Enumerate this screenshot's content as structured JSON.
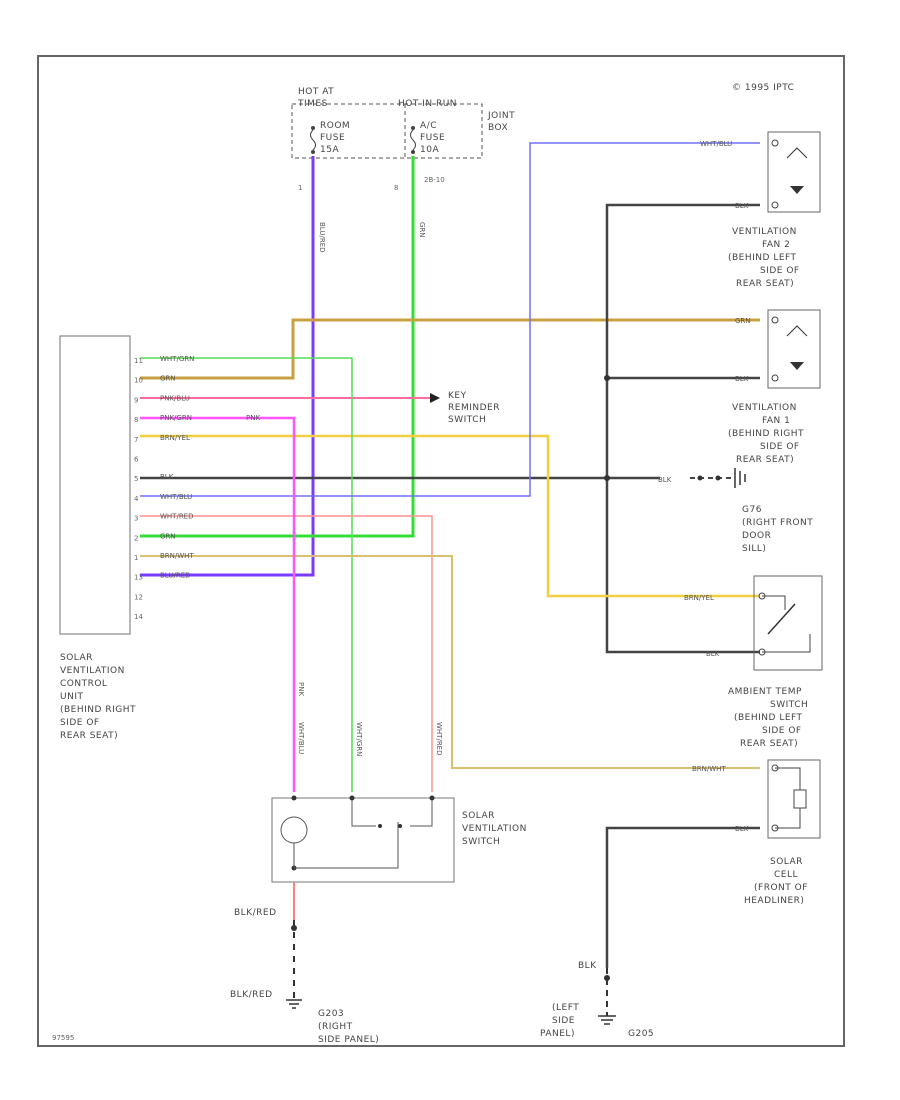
{
  "copyright": "© 1995 IPTC",
  "top": {
    "hot_at": [
      "HOT AT",
      "TIMES"
    ],
    "hot_in_run": "HOT IN RUN",
    "room_fuse": [
      "ROOM",
      "FUSE",
      "15A"
    ],
    "ac_fuse": [
      "A/C",
      "FUSE",
      "10A"
    ],
    "joint_box": [
      "JOINT",
      "BOX"
    ],
    "pin_left": "1",
    "pin_right": "8",
    "connector": "2B-10",
    "wire_left": "BLU/RED",
    "wire_right": "GRN"
  },
  "control_unit": {
    "label": [
      "SOLAR",
      "VENTILATION",
      "CONTROL",
      "UNIT",
      "(BEHIND RIGHT",
      "SIDE OF",
      "REAR SEAT)"
    ],
    "pins": [
      {
        "num": "11",
        "wire": "WHT/GRN"
      },
      {
        "num": "10",
        "wire": "GRN"
      },
      {
        "num": "9",
        "wire": "PNK/BLU"
      },
      {
        "num": "8",
        "wire": "PNK/GRN"
      },
      {
        "num": "7",
        "wire": "BRN/YEL"
      },
      {
        "num": "6",
        "wire": ""
      },
      {
        "num": "5",
        "wire": "BLK"
      },
      {
        "num": "4",
        "wire": "WHT/BLU"
      },
      {
        "num": "3",
        "wire": "WHT/RED"
      },
      {
        "num": "2",
        "wire": "GRN"
      },
      {
        "num": "1",
        "wire": "BRN/WHT"
      },
      {
        "num": "13",
        "wire": "BLU/RED"
      },
      {
        "num": "12",
        "wire": ""
      },
      {
        "num": "14",
        "wire": ""
      }
    ],
    "pnk_tag": "PNK"
  },
  "key_reminder": [
    "KEY",
    "REMINDER",
    "SWITCH"
  ],
  "fan2": {
    "label": [
      "VENTILATION",
      "FAN 2",
      "(BEHIND LEFT",
      "SIDE OF",
      "REAR SEAT)"
    ],
    "wire_top": "WHT/BLU",
    "wire_bot": "BLK"
  },
  "fan1": {
    "label": [
      "VENTILATION",
      "FAN 1",
      "(BEHIND RIGHT",
      "SIDE OF",
      "REAR SEAT)"
    ],
    "wire_top": "GRN",
    "wire_bot": "BLK"
  },
  "ground_g76": {
    "label": [
      "G76",
      "(RIGHT FRONT",
      "DOOR",
      "SILL)"
    ],
    "wire": "BLK"
  },
  "ambient": {
    "label": [
      "AMBIENT TEMP",
      "SWITCH",
      "(BEHIND LEFT",
      "SIDE OF",
      "REAR SEAT)"
    ],
    "wire_top": "BRN/YEL",
    "wire_bot": "BLK"
  },
  "solar_cell": {
    "label": [
      "SOLAR",
      "CELL",
      "(FRONT OF",
      "HEADLINER)"
    ],
    "wire_top": "BRN/WHT",
    "wire_bot": "BLK"
  },
  "solar_switch": {
    "label": [
      "SOLAR",
      "VENTILATION",
      "SWITCH"
    ],
    "wire_pnk": "PNK",
    "wire_wht_blu": "WHT/BLU",
    "wire_wht_grn": "WHT/GRN",
    "wire_wht_red": "WHT/RED"
  },
  "bottom": {
    "blk_red_1": "BLK/RED",
    "blk_red_2": "BLK/RED",
    "g203": [
      "G203",
      "(RIGHT",
      "SIDE PANEL)"
    ],
    "blk": "BLK",
    "left_side": [
      "(LEFT",
      "SIDE",
      "PANEL)"
    ],
    "g205": "G205",
    "footer_code": "97595"
  },
  "colors": {
    "purple": "#7a3cff",
    "green": "#33dd33",
    "olive": "#c8a040",
    "blue": "#6a6aff",
    "red": "#ff4040",
    "pink": "#ff55ff",
    "lightgreen": "#55dd55",
    "black": "#333333",
    "yellow": "#f0d040",
    "tan": "#d8c070",
    "lightpink": "#ff9a9a"
  }
}
